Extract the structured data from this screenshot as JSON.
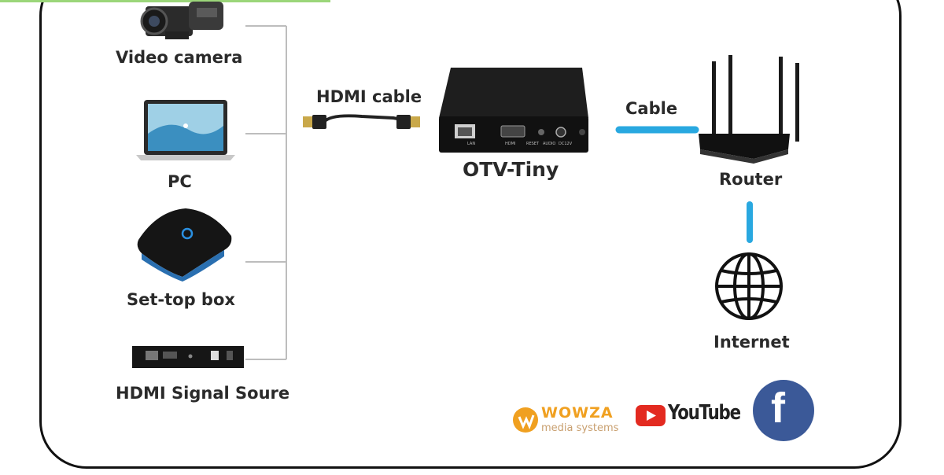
{
  "sources": {
    "video_camera": "Video camera",
    "pc": "PC",
    "set_top_box": "Set-top box",
    "hdmi_source": "HDMI Signal Soure"
  },
  "links": {
    "hdmi_cable": "HDMI cable",
    "cable": "Cable"
  },
  "device": {
    "name": "OTV-Tiny",
    "port_labels": [
      "LAN",
      "HDMI",
      "RESET",
      "AUDIO",
      "DC12V"
    ]
  },
  "router": "Router",
  "internet": "Internet",
  "platforms": {
    "wowza_line1": "WOWZA",
    "wowza_line2": "media systems",
    "youtube": "YouTube",
    "facebook": "f"
  },
  "colors": {
    "cable_blue": "#29a8e0",
    "youtube_red": "#e32a20",
    "facebook_blue": "#3b5998",
    "wowza_orange": "#f0a020"
  }
}
